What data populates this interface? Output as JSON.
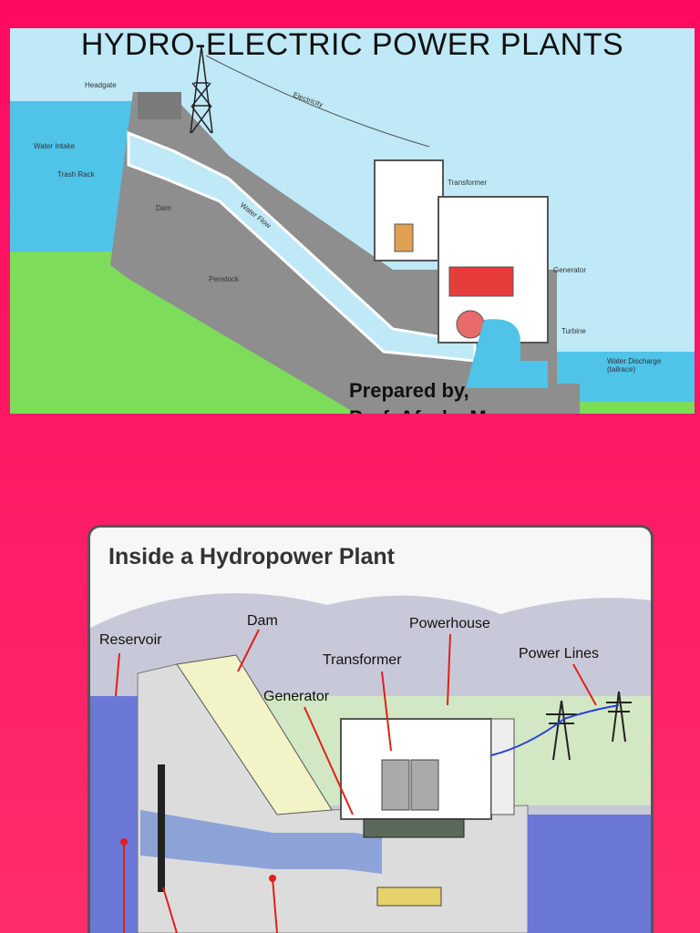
{
  "top_panel": {
    "title": "HYDRO-ELECTRIC POWER PLANTS",
    "labels": {
      "headgate": "Headgate",
      "electricity": "Electricity",
      "water_intake": "Water Intake",
      "trash_rack": "Trash Rack",
      "dam": "Dam",
      "water_flow": "Water Flow",
      "transformer": "Transformer",
      "generator": "Generator",
      "penstock": "Penstock",
      "turbine": "Turbine",
      "water_discharge_1": "Water Discharge",
      "water_discharge_2": "(tailrace)"
    },
    "prepared_by": "Prepared by,",
    "prepared_name": "Prof. Afzal... M..."
  },
  "bottom_panel": {
    "title": "Inside a Hydropower Plant",
    "labels": {
      "reservoir": "Reservoir",
      "dam": "Dam",
      "powerhouse": "Powerhouse",
      "transformer": "Transformer",
      "power_lines": "Power Lines",
      "generator": "Generator"
    }
  },
  "colors": {
    "background": "#ff1866",
    "water": "#8fd3ee",
    "grass": "#7ddc5a",
    "concrete": "#9e9e9e",
    "arrow": "#e0201c"
  }
}
